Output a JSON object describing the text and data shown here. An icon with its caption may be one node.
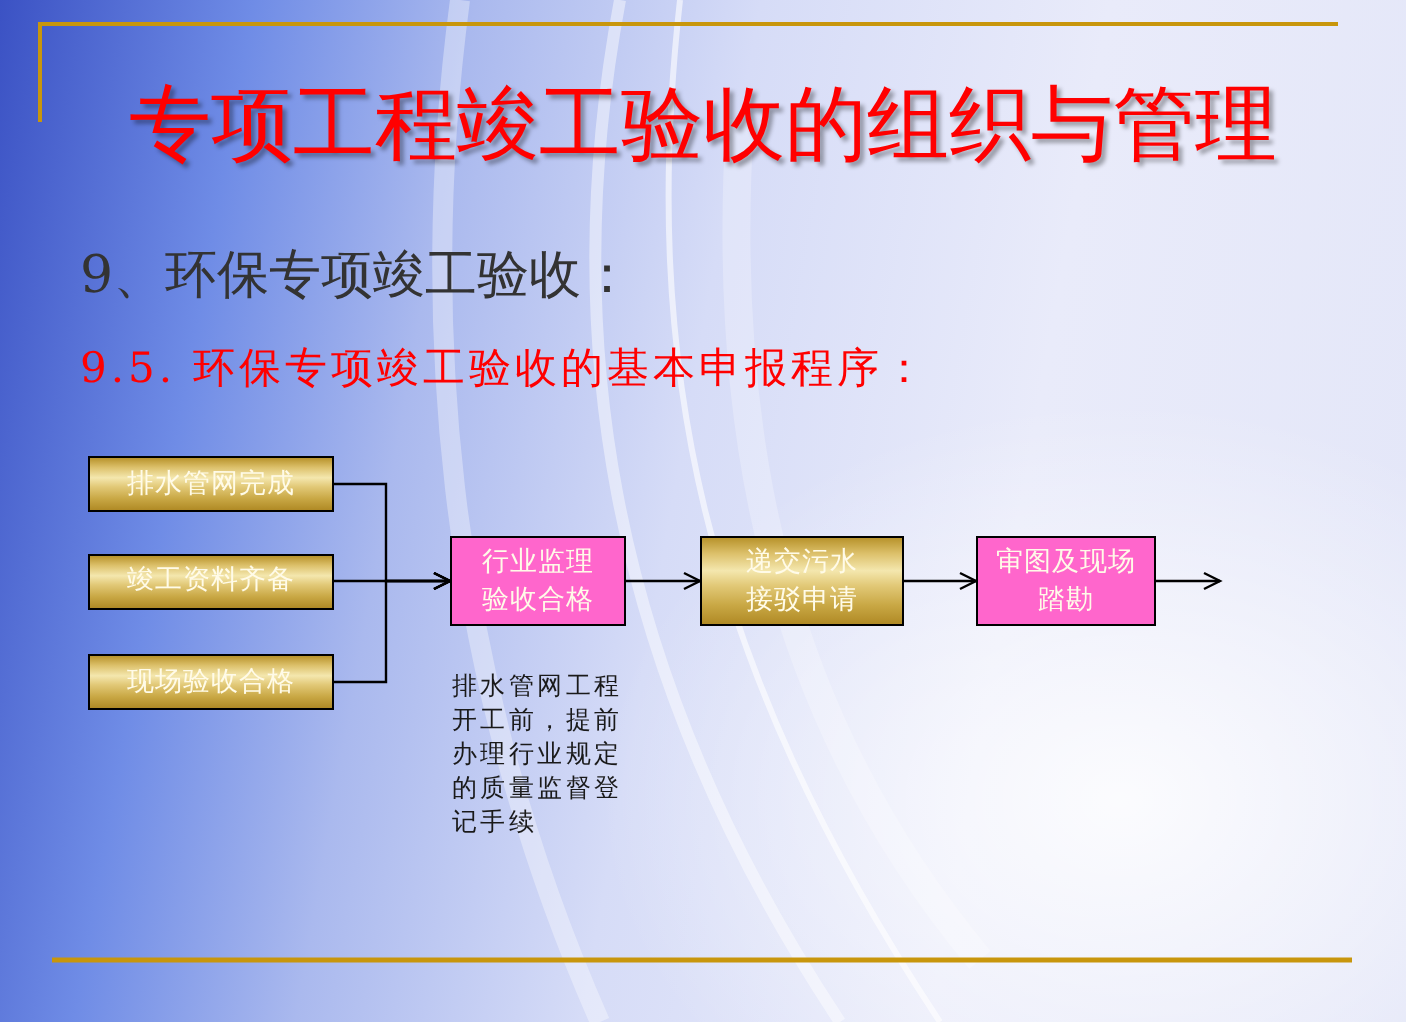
{
  "diagram": {
    "title": "专项工程竣工验收的组织与管理",
    "nodes": [
      {
        "text": [
          "排水管网完成"
        ]
      },
      {
        "text": [
          "竣工资料齐备"
        ]
      },
      {
        "text": [
          "现场验收合格"
        ]
      },
      {
        "text": [
          "行业监理验收合格"
        ]
      },
      {
        "text": [
          "递交污水接驳申请"
        ]
      },
      {
        "text": [
          "审图及现场踏勘"
        ]
      }
    ],
    "edges": [
      {
        "from": 0,
        "to": 3,
        "arrow": "to"
      },
      {
        "from": 1,
        "to": 3,
        "arrow": "to"
      },
      {
        "from": 2,
        "to": 3,
        "arrow": "to"
      },
      {
        "from": 3,
        "to": 4,
        "arrow": "to"
      },
      {
        "from": 4,
        "to": 5,
        "arrow": "to"
      },
      {
        "from": 5,
        "to": null,
        "arrow": "to"
      }
    ],
    "labels": [
      "9、环保专项竣工验收：",
      "9.5. 环保专项竣工验收的基本申报程序：",
      "排水管网工程开工前，提前办理行业规定的质量监督登记手续"
    ]
  }
}
